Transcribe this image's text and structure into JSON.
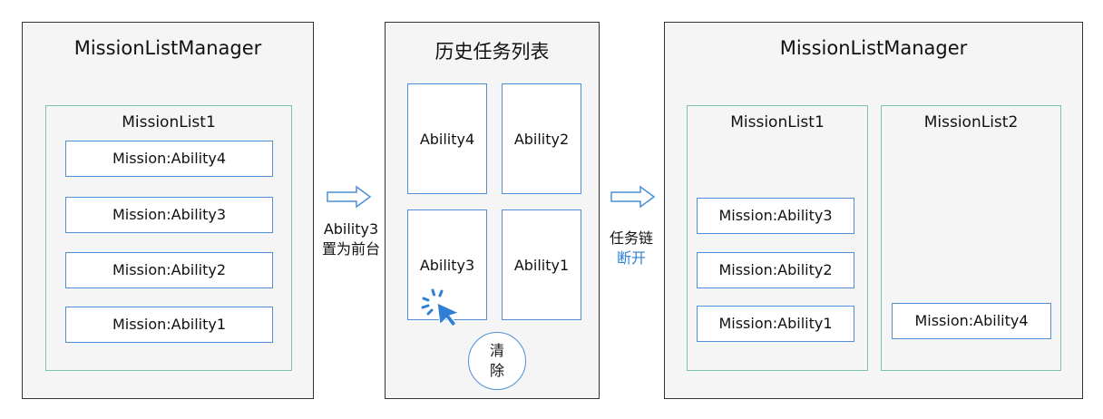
{
  "colors": {
    "panel_border": "#333333",
    "panel_fill": "#f5f5f5",
    "list_border": "#7cc4a4",
    "mission_border": "#4d8fd8",
    "accent_blue": "#2f7fd6"
  },
  "left_panel": {
    "title": "MissionListManager",
    "list": {
      "title": "MissionList1",
      "missions": [
        "Mission:Ability4",
        "Mission:Ability3",
        "Mission:Ability2",
        "Mission:Ability1"
      ]
    }
  },
  "arrow1": {
    "label_line1": "Ability3",
    "label_line2": "置为前台"
  },
  "middle_panel": {
    "title": "历史任务列表",
    "cards": [
      "Ability4",
      "Ability2",
      "Ability3",
      "Ability1"
    ],
    "clear_button": {
      "line1": "清",
      "line2": "除"
    }
  },
  "arrow2": {
    "label_line1": "任务链",
    "label_line2": "断开"
  },
  "right_panel": {
    "title": "MissionListManager",
    "list1": {
      "title": "MissionList1",
      "missions": [
        "Mission:Ability3",
        "Mission:Ability2",
        "Mission:Ability1"
      ]
    },
    "list2": {
      "title": "MissionList2",
      "missions": [
        "Mission:Ability4"
      ]
    }
  }
}
